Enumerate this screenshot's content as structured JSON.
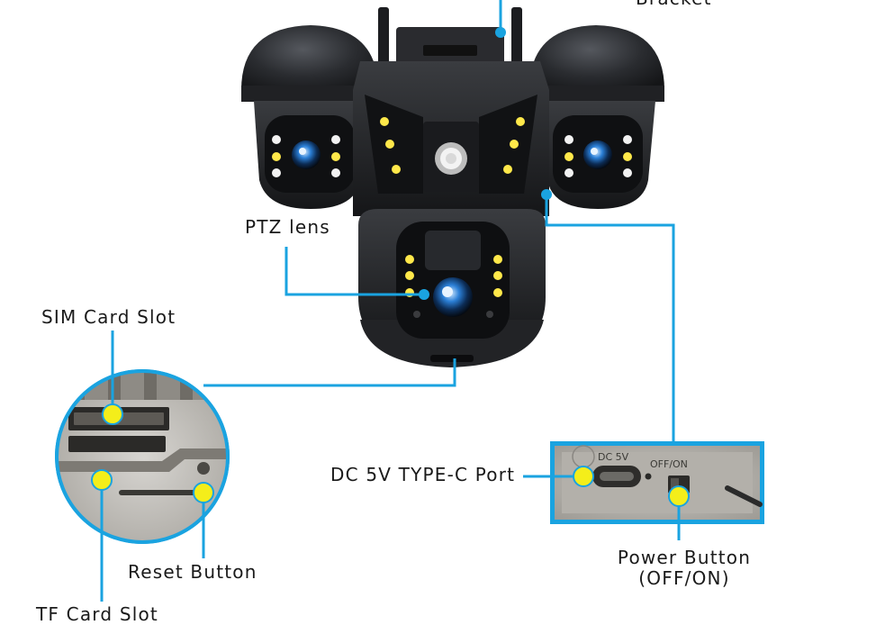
{
  "labels": {
    "bracket_partial": "Bracket",
    "ptz_lens": "PTZ lens",
    "sim_card_slot": "SIM Card Slot",
    "dc_port": "DC 5V TYPE-C Port",
    "power_button_line1": "Power Button",
    "power_button_line2": "(OFF/ON)",
    "reset_button": "Reset Button",
    "tf_card_slot": "TF Card Slot"
  },
  "port_panel": {
    "dc_marking": "DC 5V",
    "switch_marking": "OFF/ON"
  },
  "colors": {
    "callout_line": "#1aa3e0",
    "callout_dot": "#f4ee1a",
    "camera_body": "#1d1e21",
    "led": "#ffffff",
    "lens_blue": "#1b78d4"
  }
}
